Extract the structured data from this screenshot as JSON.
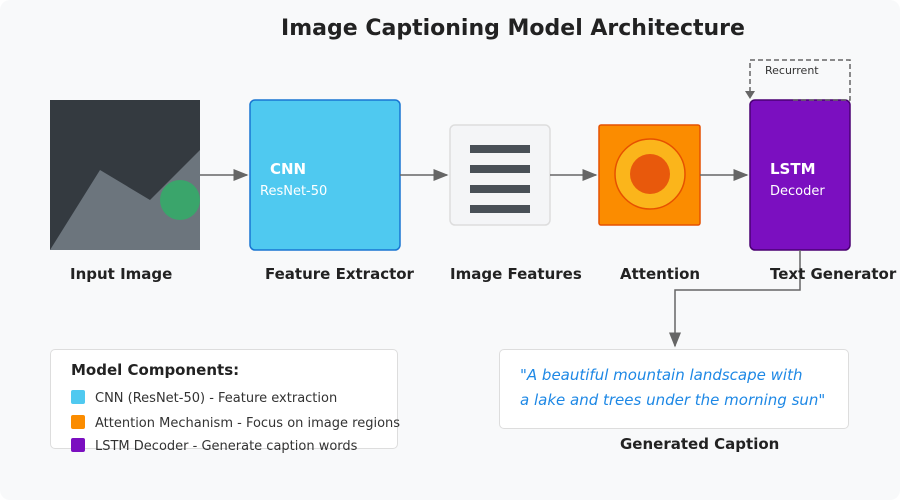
{
  "title": "Image Captioning Model Architecture",
  "colors": {
    "cnn": "#4fc9f0",
    "attention": "#fb8c00",
    "lstm": "#7b0fc0",
    "caption_text": "#1e88e5",
    "arrow": "#666666"
  },
  "nodes": {
    "input": {
      "label": "Input Image"
    },
    "cnn": {
      "title": "CNN",
      "subtitle": "ResNet-50",
      "label": "Feature Extractor"
    },
    "features": {
      "label": "Image Features"
    },
    "attention": {
      "label": "Attention"
    },
    "lstm": {
      "title": "LSTM",
      "subtitle": "Decoder",
      "label": "Text Generator"
    }
  },
  "recurrent_label": "Recurrent",
  "legend": {
    "title": "Model Components:",
    "items": [
      {
        "text": "CNN (ResNet-50) - Feature extraction",
        "color": "#4fc9f0"
      },
      {
        "text": "Attention Mechanism - Focus on image regions",
        "color": "#fb8c00"
      },
      {
        "text": "LSTM Decoder - Generate caption words",
        "color": "#7b0fc0"
      }
    ]
  },
  "caption": {
    "line1": "\"A beautiful mountain landscape with",
    "line2": "a lake and trees under the morning sun\"",
    "label": "Generated Caption"
  }
}
